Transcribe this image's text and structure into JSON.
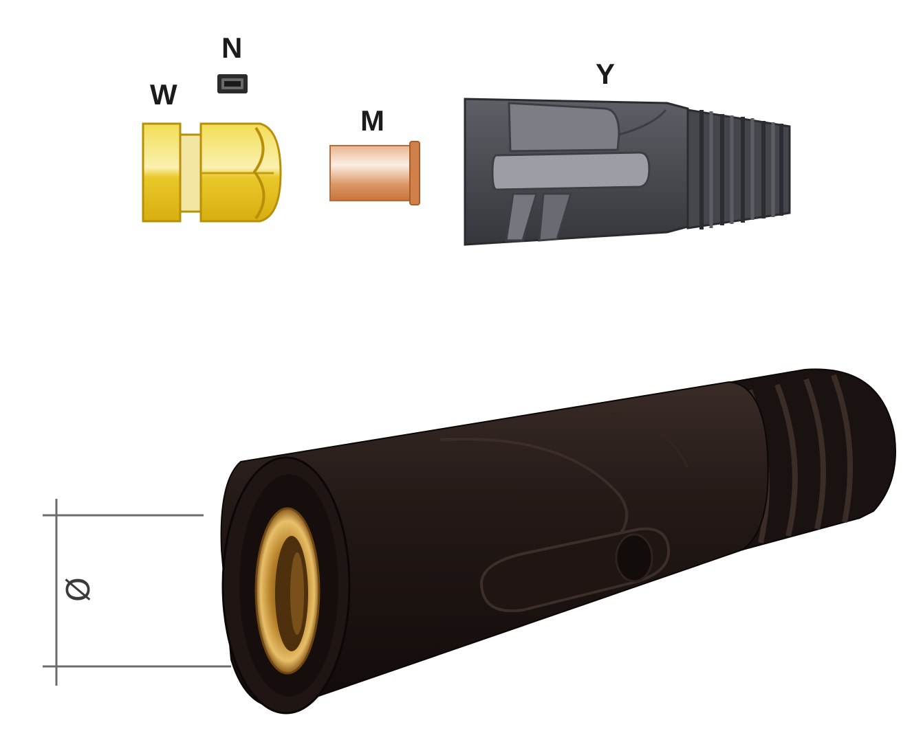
{
  "labels": {
    "w": "W",
    "n": "N",
    "m": "M",
    "y": "Y"
  },
  "dimension": {
    "symbol": "Ø"
  },
  "colors": {
    "brass": "#e8c62a",
    "brass_light": "#f7e98a",
    "copper": "#d98a52",
    "boot_gray": "#4e4f55",
    "boot_light": "#9b9ca3",
    "rubber_black": "#1d1512"
  }
}
